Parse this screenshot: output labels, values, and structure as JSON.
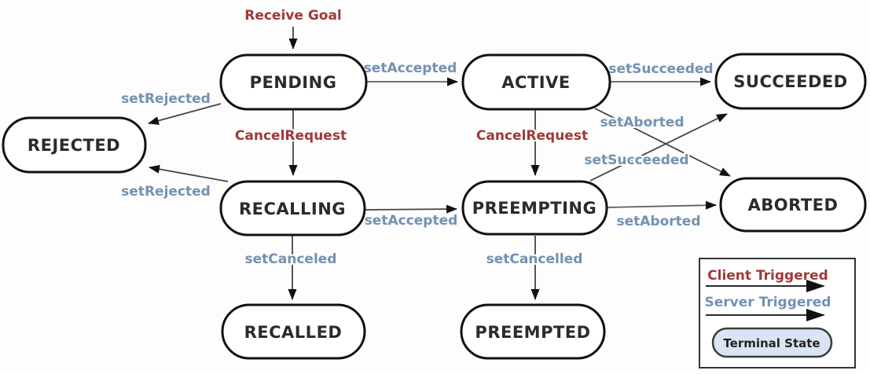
{
  "diagram": {
    "states": {
      "pending": "PENDING",
      "active": "ACTIVE",
      "succeeded": "SUCCEEDED",
      "rejected": "REJECTED",
      "recalling": "RECALLING",
      "preempting": "PREEMPTING",
      "aborted": "ABORTED",
      "recalled": "RECALLED",
      "preempted": "PREEMPTED"
    },
    "transitions": {
      "receive_goal": "Receive Goal",
      "pending_to_active": "setAccepted",
      "active_to_succeeded": "setSucceeded",
      "pending_to_rejected": "setRejected",
      "pending_to_recalling": "CancelRequest",
      "active_to_preempting": "CancelRequest",
      "active_to_aborted": "setAborted",
      "preempting_to_succeeded": "setSucceeded",
      "recalling_to_rejected": "setRejected",
      "recalling_to_preempting": "setAccepted",
      "preempting_to_aborted": "setAborted",
      "recalling_to_recalled": "setCanceled",
      "preempting_to_preempted": "setCancelled"
    },
    "legend": {
      "client_label": "Client Triggered",
      "server_label": "Server Triggered",
      "terminal_label": "Terminal State"
    },
    "colors": {
      "client_trigger_red": "#9e3a38",
      "server_trigger_blue": "#7392b2",
      "terminal_state_fill": "#d9e4f4",
      "state_fill": "#ffffff",
      "state_border": "#111111",
      "state_label_text": "#2b2b2b",
      "arrow_line": "#444444"
    }
  }
}
